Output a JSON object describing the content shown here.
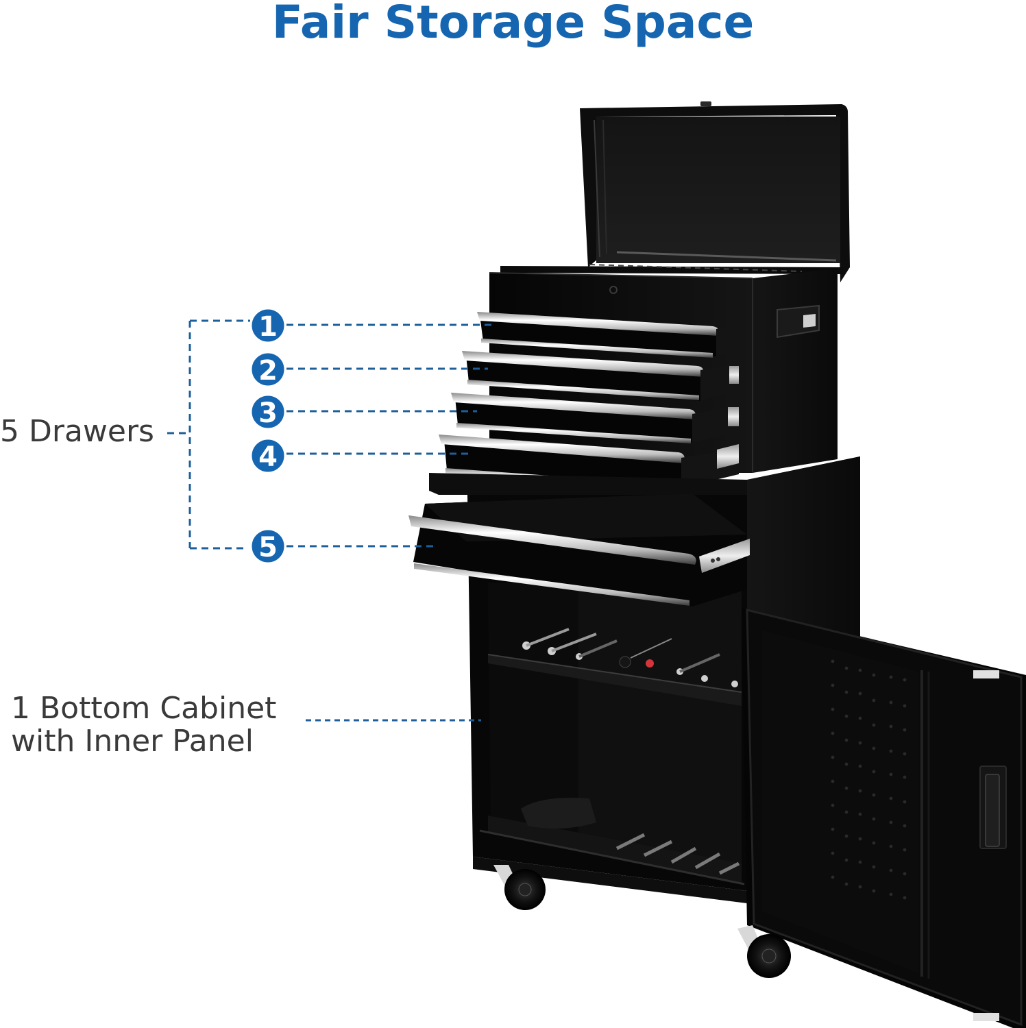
{
  "title": "Fair Storage Space",
  "colors": {
    "accent_blue": "#1565b0",
    "leader_line_blue": "#1d5f9a",
    "label_text": "#3a3a3a",
    "cabinet_black": "#0c0c0c",
    "chrome_handle": "#d9d9d9",
    "background": "#ffffff"
  },
  "callouts": {
    "drawers": {
      "label": "5 Drawers",
      "badges": [
        {
          "number": "1"
        },
        {
          "number": "2"
        },
        {
          "number": "3"
        },
        {
          "number": "4"
        },
        {
          "number": "5"
        }
      ]
    },
    "cabinet": {
      "label_line1": "1 Bottom Cabinet",
      "label_line2": "with Inner Panel"
    }
  },
  "product": {
    "name": "rolling tool chest",
    "top_chest": {
      "lid": "open",
      "drawer_count": 4
    },
    "bottom_cabinet": {
      "drawer_count": 1,
      "door": "open",
      "casters": 4
    }
  }
}
